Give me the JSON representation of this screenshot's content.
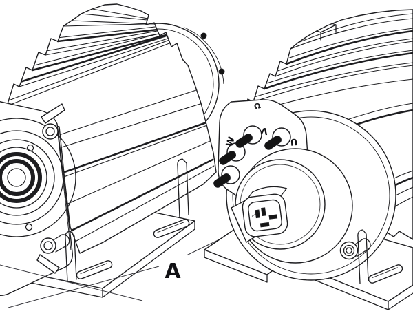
{
  "figure": {
    "dimension_label": "A",
    "terminal_labels": {
      "w": "W",
      "v": "V",
      "u": "U"
    },
    "plate_mark": "Ω"
  },
  "colors": {
    "background": "#ffffff",
    "line": "#1d1d20",
    "stud_fill": "#141414",
    "label_ink": "#101014"
  }
}
